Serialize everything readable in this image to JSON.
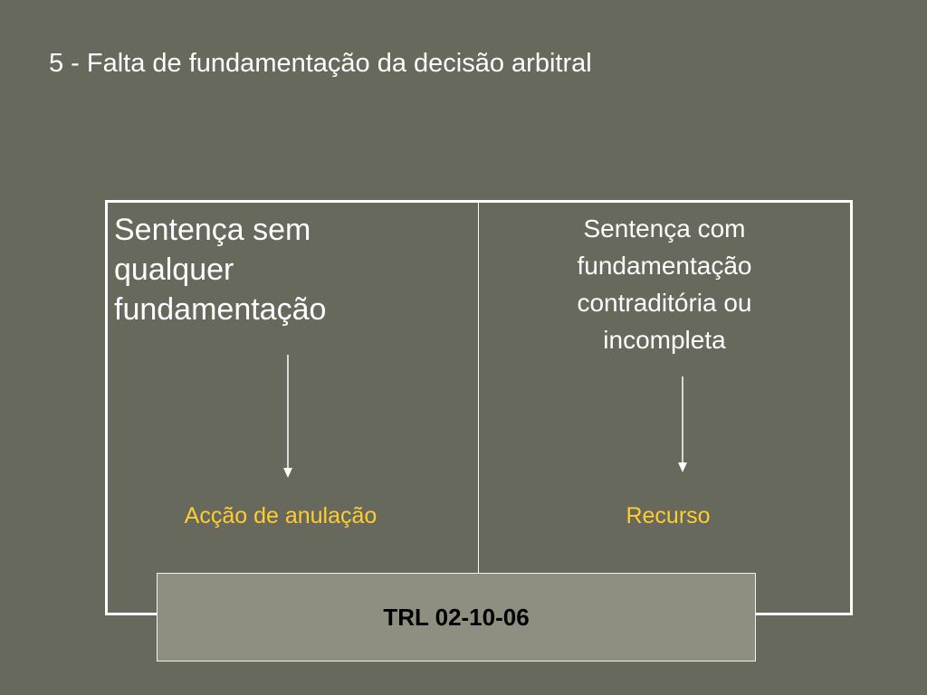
{
  "title": "5 - Falta de fundamentação da decisão arbitral",
  "left_column": {
    "heading_lines": [
      "Sentença sem",
      "qualquer",
      "fundamentação"
    ],
    "outcome": "Acção de anulação"
  },
  "right_column": {
    "heading_lines": [
      "Sentença com",
      "fundamentação",
      "contraditória ou",
      "incompleta"
    ],
    "outcome": "Recurso"
  },
  "reference": "TRL 02-10-06",
  "colors": {
    "background": "#66695c",
    "outcome_text": "#ffcc33",
    "reference_box": "#8e8f80",
    "lines": "#ffffff"
  }
}
